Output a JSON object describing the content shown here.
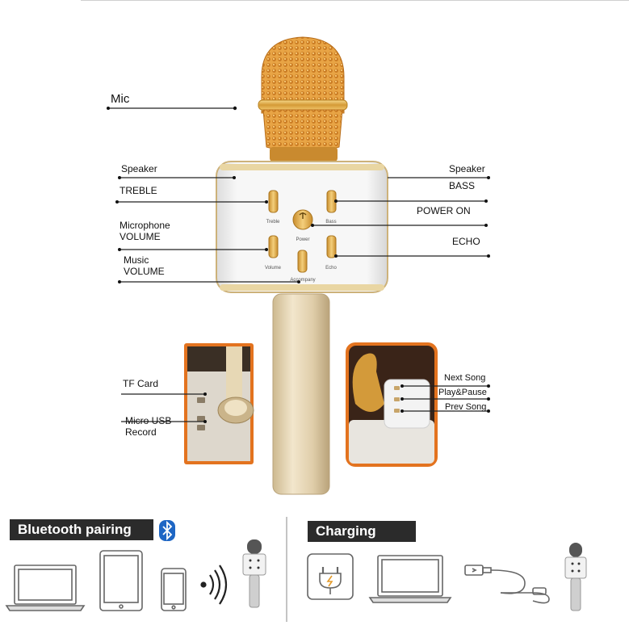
{
  "labels": {
    "mic": "Mic",
    "speaker_left": "Speaker",
    "treble": "TREBLE",
    "mic_volume_1": "Microphone",
    "mic_volume_2": "VOLUME",
    "music_volume_1": "Music",
    "music_volume_2": "VOLUME",
    "speaker_right": "Speaker",
    "bass": "BASS",
    "power_on": "POWER ON",
    "echo": "ECHO",
    "tf_card": "TF Card",
    "micro_usb": "Micro USB",
    "record": "Record",
    "next_song": "Next Song",
    "play_pause": "Play&Pause",
    "prev_song": "Prev Song"
  },
  "panel_labels": {
    "treble": "Treble",
    "bass": "Bass",
    "power": "Power",
    "volume": "Volume",
    "echo": "Echo",
    "accompany": "Accompany"
  },
  "sections": {
    "bluetooth": "Bluetooth pairing",
    "charging": "Charging"
  },
  "colors": {
    "gold": "#d9962e",
    "gold_light": "#f0c56a",
    "champagne": "#e3d3b3",
    "header_bg": "#2b2b2b",
    "bluetooth_blue": "#1e66c4",
    "orange_frame": "#e3731f"
  },
  "icons": [
    "laptop-icon",
    "tablet-icon",
    "phone-icon",
    "wireless-signal-icon",
    "bluetooth-icon",
    "power-plug-icon",
    "usb-cable-icon",
    "microphone-icon"
  ]
}
